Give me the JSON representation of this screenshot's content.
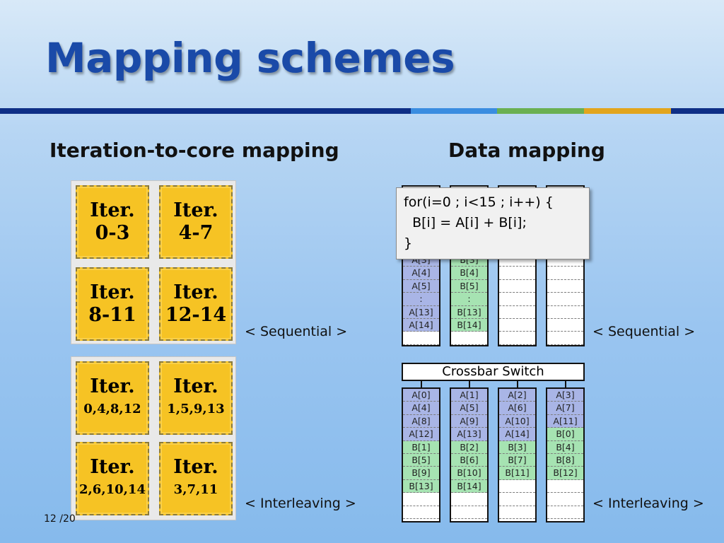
{
  "slide": {
    "title": "Mapping schemes",
    "left_heading": "Iteration-to-core mapping",
    "right_heading": "Data mapping",
    "page_number": "12 /20"
  },
  "colors": {
    "title": "#1a4aa8",
    "rule": "#0e2f86",
    "rule_accent_1": "#3a8de0",
    "rule_accent_2": "#6ab052",
    "rule_accent_3": "#e2a51c",
    "core": "#f6c324",
    "array_a": "#a9b5e6",
    "array_b": "#a6e3b2"
  },
  "sequential_iters": {
    "caption": "< Sequential >",
    "cells": [
      {
        "label": "Iter.",
        "range": "0-3"
      },
      {
        "label": "Iter.",
        "range": "4-7"
      },
      {
        "label": "Iter.",
        "range": "8-11"
      },
      {
        "label": "Iter.",
        "range": "12-14"
      }
    ]
  },
  "interleaved_iters": {
    "caption": "< Interleaving >",
    "cells": [
      {
        "label": "Iter.",
        "range": "0,4,8,12"
      },
      {
        "label": "Iter.",
        "range": "1,5,9,13"
      },
      {
        "label": "Iter.",
        "range": "2,6,10,14"
      },
      {
        "label": "Iter.",
        "range": "3,7,11"
      }
    ]
  },
  "code": {
    "lines": [
      "for(i=0 ; i<15 ; i++) {",
      "  B[i] = A[i] + B[i];",
      "}"
    ]
  },
  "sequential_data": {
    "caption": "< Sequential >",
    "columns": [
      [
        {
          "t": "A[3]",
          "k": "a"
        },
        {
          "t": "A[4]",
          "k": "a"
        },
        {
          "t": "A[5]",
          "k": "a"
        },
        {
          "t": ":",
          "k": "a"
        },
        {
          "t": "A[13]",
          "k": "a"
        },
        {
          "t": "A[14]",
          "k": "a"
        },
        {
          "t": "",
          "k": "e"
        }
      ],
      [
        {
          "t": "B[3]",
          "k": "b"
        },
        {
          "t": "B[4]",
          "k": "b"
        },
        {
          "t": "B[5]",
          "k": "b"
        },
        {
          "t": ":",
          "k": "b"
        },
        {
          "t": "B[13]",
          "k": "b"
        },
        {
          "t": "B[14]",
          "k": "b"
        },
        {
          "t": "",
          "k": "e"
        }
      ],
      [
        {
          "t": "",
          "k": "e"
        },
        {
          "t": "",
          "k": "e"
        },
        {
          "t": "",
          "k": "e"
        },
        {
          "t": "",
          "k": "e"
        },
        {
          "t": "",
          "k": "e"
        },
        {
          "t": "",
          "k": "e"
        },
        {
          "t": "",
          "k": "e"
        }
      ],
      [
        {
          "t": "",
          "k": "e"
        },
        {
          "t": "",
          "k": "e"
        },
        {
          "t": "",
          "k": "e"
        },
        {
          "t": "",
          "k": "e"
        },
        {
          "t": "",
          "k": "e"
        },
        {
          "t": "",
          "k": "e"
        },
        {
          "t": "",
          "k": "e"
        }
      ]
    ]
  },
  "interleaved_data": {
    "caption": "< Interleaving >",
    "switch_label": "Crossbar Switch",
    "columns": [
      [
        {
          "t": "A[0]",
          "k": "a"
        },
        {
          "t": "A[4]",
          "k": "a"
        },
        {
          "t": "A[8]",
          "k": "a"
        },
        {
          "t": "A[12]",
          "k": "a"
        },
        {
          "t": "B[1]",
          "k": "b"
        },
        {
          "t": "B[5]",
          "k": "b"
        },
        {
          "t": "B[9]",
          "k": "b"
        },
        {
          "t": "B[13]",
          "k": "b"
        },
        {
          "t": "",
          "k": "e"
        },
        {
          "t": "",
          "k": "e"
        }
      ],
      [
        {
          "t": "A[1]",
          "k": "a"
        },
        {
          "t": "A[5]",
          "k": "a"
        },
        {
          "t": "A[9]",
          "k": "a"
        },
        {
          "t": "A[13]",
          "k": "a"
        },
        {
          "t": "B[2]",
          "k": "b"
        },
        {
          "t": "B[6]",
          "k": "b"
        },
        {
          "t": "B[10]",
          "k": "b"
        },
        {
          "t": "B[14]",
          "k": "b"
        },
        {
          "t": "",
          "k": "e"
        },
        {
          "t": "",
          "k": "e"
        }
      ],
      [
        {
          "t": "A[2]",
          "k": "a"
        },
        {
          "t": "A[6]",
          "k": "a"
        },
        {
          "t": "A[10]",
          "k": "a"
        },
        {
          "t": "A[14]",
          "k": "a"
        },
        {
          "t": "B[3]",
          "k": "b"
        },
        {
          "t": "B[7]",
          "k": "b"
        },
        {
          "t": "B[11]",
          "k": "b"
        },
        {
          "t": "",
          "k": "e"
        },
        {
          "t": "",
          "k": "e"
        },
        {
          "t": "",
          "k": "e"
        }
      ],
      [
        {
          "t": "A[3]",
          "k": "a"
        },
        {
          "t": "A[7]",
          "k": "a"
        },
        {
          "t": "A[11]",
          "k": "a"
        },
        {
          "t": "B[0]",
          "k": "b"
        },
        {
          "t": "B[4]",
          "k": "b"
        },
        {
          "t": "B[8]",
          "k": "b"
        },
        {
          "t": "B[12]",
          "k": "b"
        },
        {
          "t": "",
          "k": "e"
        },
        {
          "t": "",
          "k": "e"
        },
        {
          "t": "",
          "k": "e"
        }
      ]
    ]
  }
}
